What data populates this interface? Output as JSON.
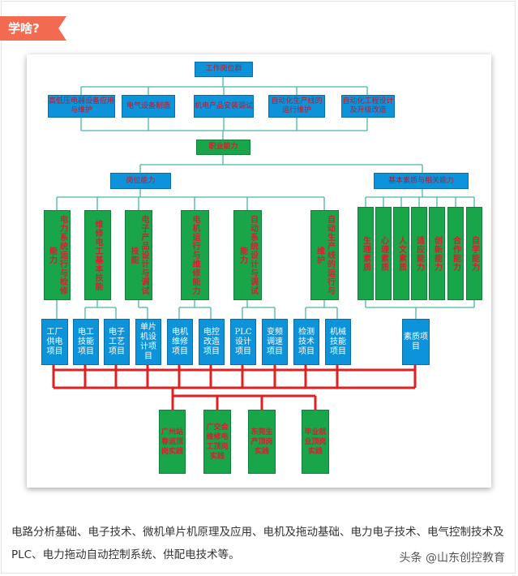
{
  "tag": {
    "label": "学啥?"
  },
  "diagram": {
    "root": "工作岗位群",
    "positions": [
      "高低压电器设备应用与维护",
      "电气设备制造",
      "机电产品安装调试",
      "自动化生产线的运行维护",
      "自动化工程设计及升级改造"
    ],
    "hub": "职业能力",
    "branch_left": "岗位能力",
    "branch_right": "基本素质与相关能力",
    "abilities": [
      "电力系统运行与检修能力",
      "维修电工基本技能",
      "电子产品设计与调试技能",
      "电机运行与维修能力",
      "自动系统设计与调试能力",
      "自动生产线的运行与维护"
    ],
    "qualities": [
      "生理素质",
      "心理素质",
      "人文素质",
      "适应能力",
      "创新能力",
      "合作能力",
      "自学能力"
    ],
    "projects": [
      "工厂供电项目",
      "电工技能项目",
      "电子工艺项目",
      "单片机设计项目",
      "电机维修项目",
      "电控改造项目",
      "PLC设计项目",
      "变频调速项目",
      "检测技术项目",
      "机械技能项目"
    ],
    "quality_project": "素质项目",
    "internships": [
      "广州站春运顶岗实践",
      "广交会维修电工顶岗实践",
      "东莞生产顶岗实践",
      "毕业就业顶岗实践"
    ]
  },
  "caption": "电路分析基础、电子技术、微机单片机原理及应用、电机及拖动基础、电力电子技术、电气控制技术及PLC、电力拖动自动控制系统、供配电技术等。",
  "credit": "头条 @山东创控教育",
  "colors": {
    "accent": "#f26a50",
    "box_blue": "#0d93d9",
    "box_green": "#19a64a",
    "line_teal": "#49b7a6",
    "line_red": "#e02020"
  }
}
